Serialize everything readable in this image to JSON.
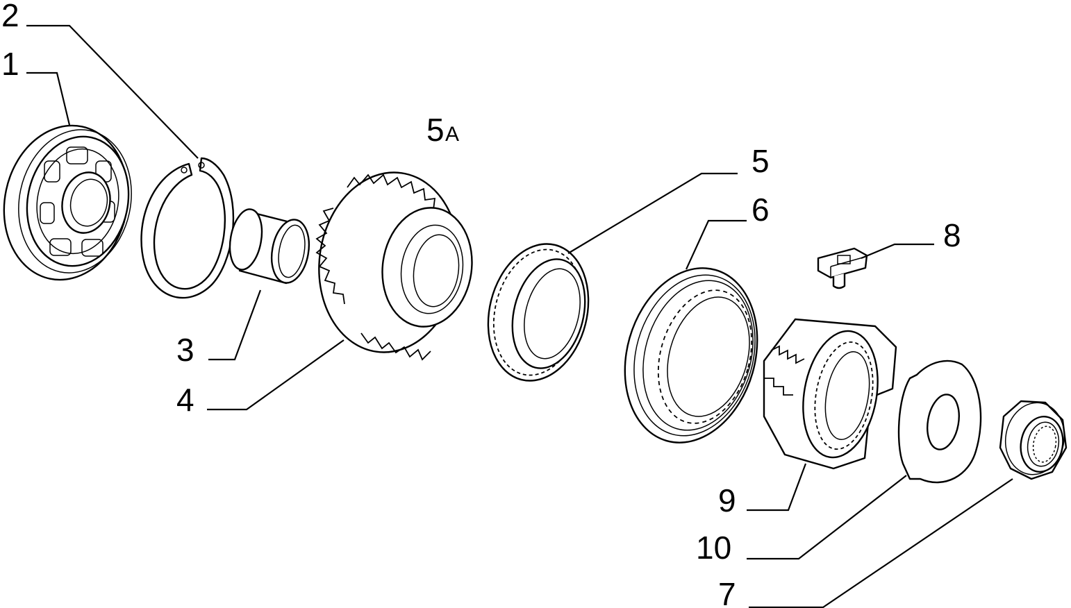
{
  "callouts": {
    "c1": "1",
    "c2": "2",
    "c3": "3",
    "c4": "4",
    "c5": "5",
    "c5a_num": "5",
    "c5a_letter": "A",
    "c6": "6",
    "c7": "7",
    "c8": "8",
    "c9": "9",
    "c10": "10"
  }
}
